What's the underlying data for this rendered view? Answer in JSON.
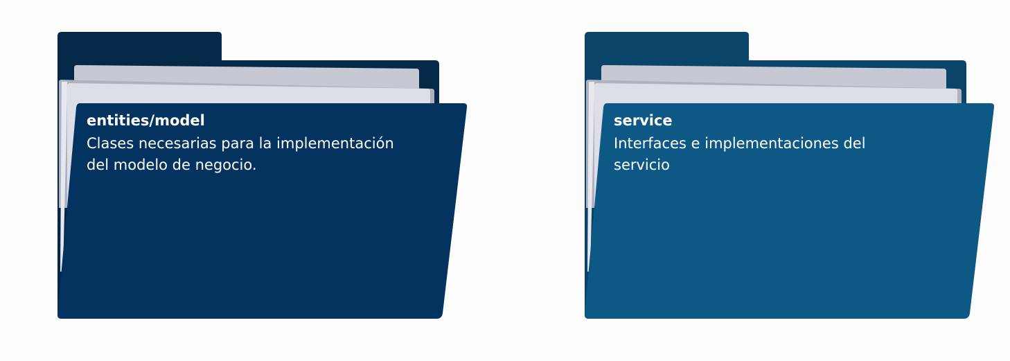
{
  "folders": [
    {
      "title": "entities/model",
      "description": "Clases necesarias para la implementación\ndel modelo de negocio.",
      "colors": {
        "back": "#062848",
        "front": "#03335e",
        "paper_far": "#c6c9d4",
        "paper_mid": "#dcdfe8",
        "paper_near": "#eceef3",
        "paper_shade": "#aeb2be"
      }
    },
    {
      "title": "service",
      "description": "Interfaces e implementaciones del\nservicio",
      "colors": {
        "back": "#0a4468",
        "front": "#0e5886",
        "paper_far": "#c6c9d4",
        "paper_mid": "#dcdfe8",
        "paper_near": "#eceef3",
        "paper_shade": "#aeb2be"
      }
    }
  ]
}
